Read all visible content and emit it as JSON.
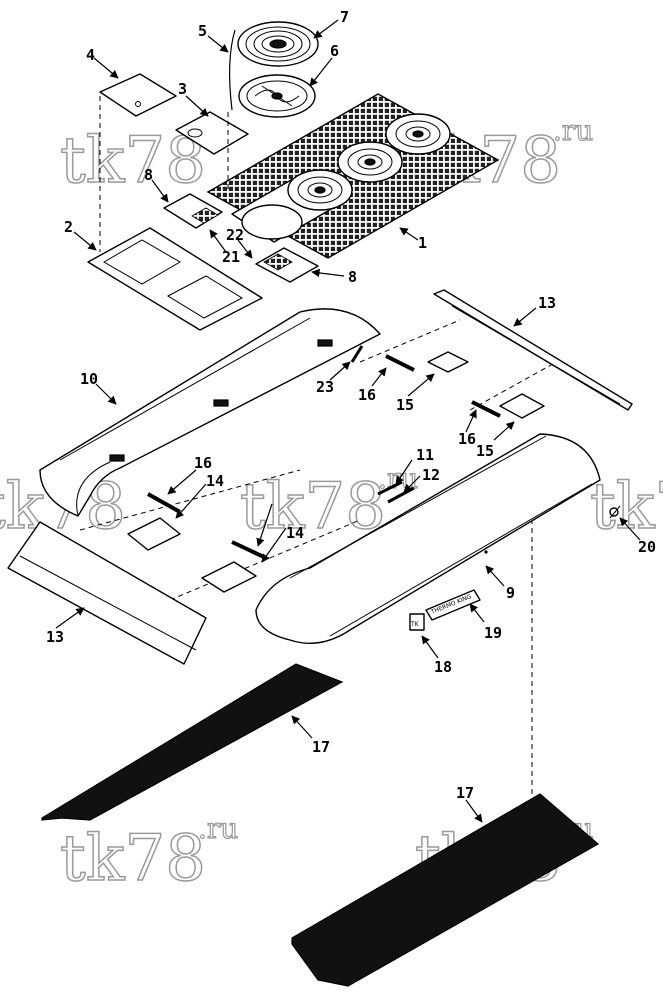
{
  "callouts": {
    "c1": "1",
    "c2": "2",
    "c3": "3",
    "c4": "4",
    "c5": "5",
    "c6": "6",
    "c7": "7",
    "c8a": "8",
    "c8b": "8",
    "c9": "9",
    "c10": "10",
    "c11": "11",
    "c12": "12",
    "c13a": "13",
    "c13b": "13",
    "c14a": "14",
    "c14b": "14",
    "c15a": "15",
    "c15b": "15",
    "c16a": "16",
    "c16b": "16",
    "c16c": "16",
    "c17a": "17",
    "c17b": "17",
    "c18": "18",
    "c19": "19",
    "c20": "20",
    "c21": "21",
    "c22": "22",
    "c23": "23"
  },
  "watermark": {
    "text": "tk78",
    "suffix": ".ru"
  },
  "decal": {
    "logo_text": "TK",
    "label_text": "THERMO KING"
  },
  "icons": {
    "fan": "fan-grille-icon",
    "arrow": "callout-arrow-icon"
  }
}
